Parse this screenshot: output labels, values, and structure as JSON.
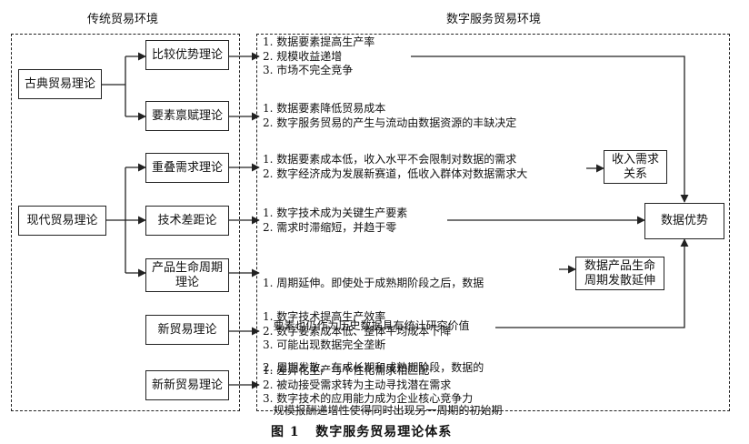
{
  "left_section": {
    "title": "传统贸易环境"
  },
  "right_section": {
    "title": "数字服务贸易环境"
  },
  "categories": {
    "classical": "古典贸易理论",
    "modern": "现代贸易理论"
  },
  "theories": {
    "comparative": "比较优势理论",
    "endowment": "要素禀赋理论",
    "overlapping": "重叠需求理论",
    "tech_gap": "技术差距论",
    "lifecycle_line1": "产品生命周期",
    "lifecycle_line2": "理论",
    "new_trade": "新贸易理论",
    "new_new_trade": "新新贸易理论"
  },
  "descriptions": {
    "comparative": [
      "1. 数据要素提高生产率",
      "2. 规模收益递增",
      "3. 市场不完全竞争"
    ],
    "endowment": [
      "1. 数据要素降低贸易成本",
      "2. 数字服务贸易的产生与流动由数据资源的丰缺决定"
    ],
    "overlapping": [
      "1. 数据要素成本低，收入水平不会限制对数据的需求",
      "2. 数字经济成为发展新赛道，低收入群体对数据需求大"
    ],
    "tech_gap": [
      "1. 数字技术成为关键生产要素",
      "2. 需求时滞缩短，并趋于零"
    ],
    "lifecycle": [
      "1. 周期延伸。即使处于成熟期阶段之后，数据",
      "   要素也仍作为历史数据具有统计研究价值",
      "2. 周期发散。在成长期和成熟期阶段，数据的",
      "   规模报酬递增性使得同时出现另一周期的初始期"
    ],
    "new_trade": [
      "1. 数字技术提高生产效率",
      "2. 数字要素成本低、整体平均成本下降",
      "3. 可能出现数据完全垄断"
    ],
    "new_new_trade": [
      "1. 差异化生产与个性化需求相匹配",
      "2. 被动接受需求转为主动寻找潜在需求",
      "3. 数字技术的应用能力成为企业核心竞争力"
    ]
  },
  "outcomes": {
    "income_line1": "收入需求",
    "income_line2": "关系",
    "data_advantage": "数据优势",
    "lifecycle_line1": "数据产品生命",
    "lifecycle_line2": "周期发散延伸"
  },
  "caption": "图 1   数字服务贸易理论体系"
}
